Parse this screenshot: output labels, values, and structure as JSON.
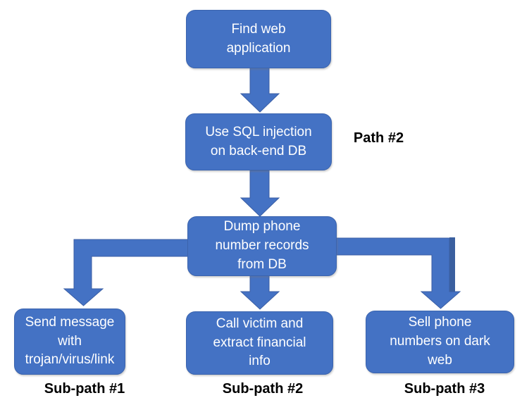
{
  "diagram": {
    "background_color": "#ffffff",
    "node_fill_color": "#4472C4",
    "node_border_color": "#3B64AE",
    "node_text_color": "#ffffff",
    "label_text_color": "#000000",
    "nodes": [
      {
        "id": "find-web-application",
        "label": "Find web application"
      },
      {
        "id": "use-sql-injection",
        "label": "Use SQL injection on back-end DB"
      },
      {
        "id": "dump-phone-records",
        "label": "Dump phone number records from DB"
      },
      {
        "id": "send-message-trojan",
        "label": "Send message with trojan/virus/link"
      },
      {
        "id": "call-victim",
        "label": "Call victim and extract financial info"
      },
      {
        "id": "sell-phone-numbers",
        "label": "Sell phone numbers on dark web"
      }
    ],
    "labels": {
      "path": "Path #2",
      "subpaths": [
        "Sub-path #1",
        "Sub-path #2",
        "Sub-path #3"
      ]
    },
    "edges": [
      {
        "from": "find-web-application",
        "to": "use-sql-injection"
      },
      {
        "from": "use-sql-injection",
        "to": "dump-phone-records"
      },
      {
        "from": "dump-phone-records",
        "to": "send-message-trojan"
      },
      {
        "from": "dump-phone-records",
        "to": "call-victim"
      },
      {
        "from": "dump-phone-records",
        "to": "sell-phone-numbers"
      }
    ]
  }
}
